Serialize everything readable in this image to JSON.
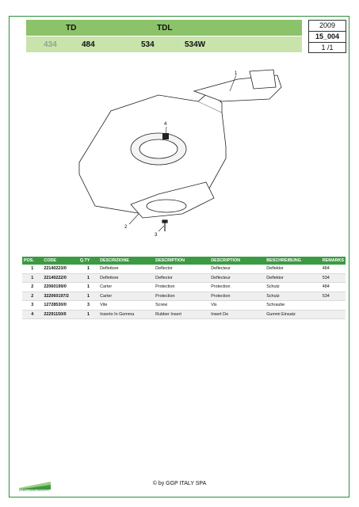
{
  "header": {
    "model_group_1": "TD",
    "model_group_2": "TDL",
    "models": [
      "434",
      "484",
      "534",
      "534W"
    ]
  },
  "info_box": {
    "year": "2009",
    "code": "15_004",
    "page": "1 /1"
  },
  "drawing": {
    "callouts": [
      "1",
      "2",
      "3",
      "4"
    ]
  },
  "table": {
    "headers": [
      "POS.",
      "CODE",
      "Q.TY",
      "DESCRIZIONE",
      "DESCRIPTION",
      "DESCRIPTION",
      "BESCHREIBUNG",
      "REMARKS"
    ],
    "rows": [
      [
        "1",
        "22140223/0",
        "1",
        "Deflettore",
        "Deflector",
        "Deflecteur",
        "Deflektor",
        "484"
      ],
      [
        "1",
        "22140222/0",
        "1",
        "Deflettore",
        "Deflector",
        "Deflecteur",
        "Deflektor",
        "534"
      ],
      [
        "2",
        "22060199/0",
        "1",
        "Carter",
        "Protection",
        "Protection",
        "Schutz",
        "484"
      ],
      [
        "2",
        "322060197/2",
        "1",
        "Carter",
        "Protection",
        "Protection",
        "Schutz",
        "534"
      ],
      [
        "3",
        "12728530/0",
        "3",
        "Vite",
        "Screw",
        "Vis",
        "Schraube",
        ""
      ],
      [
        "4",
        "22291150/0",
        "1",
        "Inserto In Gomma",
        "Rubber Insert",
        "Insert De",
        "Gummi Einsatz",
        ""
      ]
    ]
  },
  "footer": {
    "copyright": "© by GGP ITALY SPA",
    "logo_text": "GLOBAL GARDEN PRODUCTS"
  },
  "colors": {
    "header_dark": "#8bc26a",
    "header_light": "#c9e3ad",
    "table_header": "#3c9a43",
    "border": "#2f8f3a"
  }
}
